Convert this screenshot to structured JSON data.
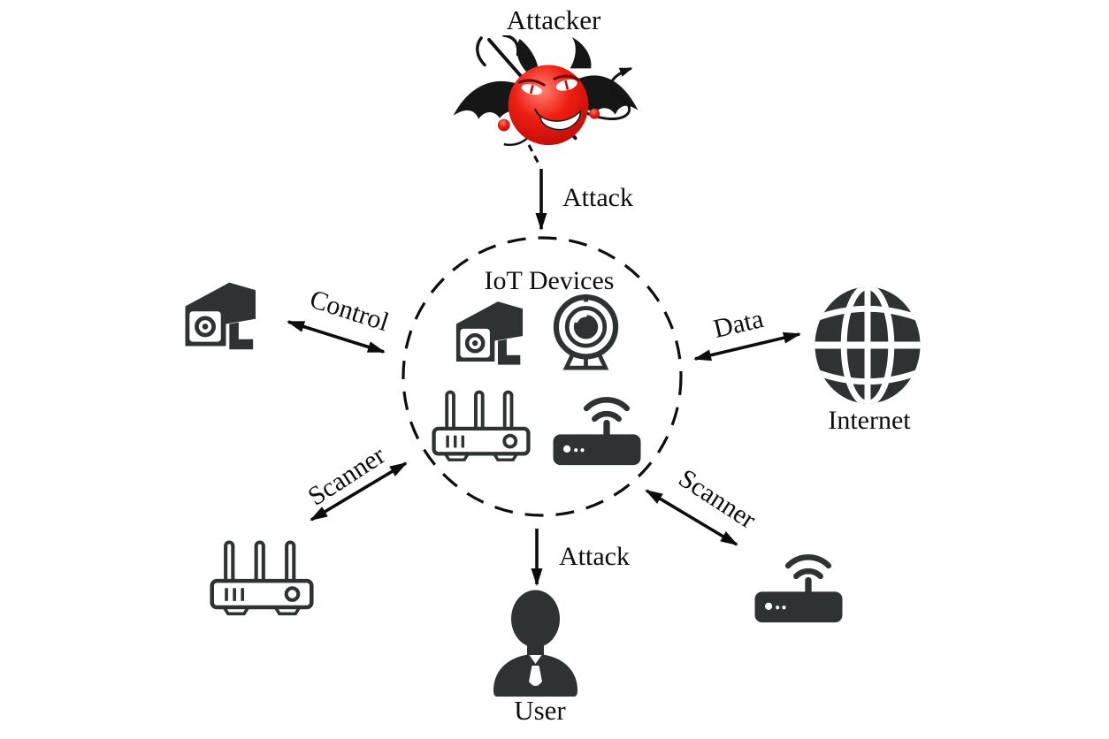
{
  "nodes": {
    "attacker": {
      "label": "Attacker",
      "icon": "devil-icon"
    },
    "iot_devices": {
      "label": "IoT Devices",
      "icons": [
        "cctv-camera-icon",
        "webcam-icon",
        "router-icon",
        "wireless-router-icon"
      ]
    },
    "cctv_camera": {
      "icon": "cctv-camera-icon"
    },
    "internet": {
      "label": "Internet",
      "icon": "globe-icon"
    },
    "router": {
      "icon": "router-icon"
    },
    "wireless_router": {
      "icon": "wireless-router-icon"
    },
    "user": {
      "label": "User",
      "icon": "user-icon"
    }
  },
  "edges": {
    "attacker_to_iot": {
      "label": "Attack",
      "style": "one-way-down"
    },
    "iot_to_cctv": {
      "label": "Control",
      "style": "two-way"
    },
    "iot_to_internet": {
      "label": "Data",
      "style": "two-way"
    },
    "iot_to_router_left": {
      "label": "Scanner",
      "style": "two-way"
    },
    "iot_to_wireless_router_right": {
      "label": "Scanner",
      "style": "two-way"
    },
    "iot_to_user": {
      "label": "Attack",
      "style": "one-way-down"
    }
  },
  "colors": {
    "icon_dark": "#2e3233",
    "line_black": "#0d0d0d",
    "devil_red": "#e5170f",
    "background": "#ffffff"
  }
}
